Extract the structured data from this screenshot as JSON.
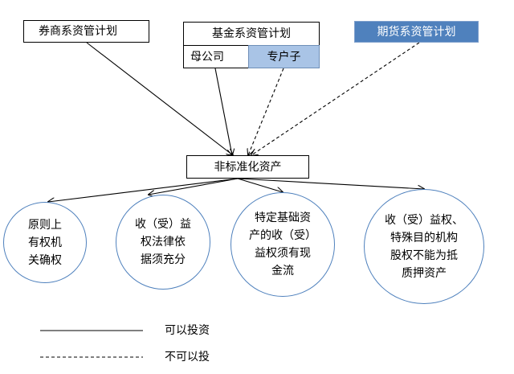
{
  "boxes": {
    "broker": "券商系资管计划",
    "fund": "基金系资管计划",
    "parent_company": "母公司",
    "subsidiary": "专户子",
    "futures": "期货系资管计划",
    "non_standard_asset": "非标准化资产"
  },
  "circles": {
    "c1": "原则上\n有权机\n关确权",
    "c2": "收（受）益\n权法律依\n据须充分",
    "c3": "特定基础资\n产的收（受）\n益权须有现\n金流",
    "c4": "收（受）益权、\n特殊目的机构\n股权不能为抵\n质押资产"
  },
  "legend": {
    "solid_label": "可以投资",
    "dashed_label": "不可以投"
  },
  "colors": {
    "futures_box": "#4f81bd",
    "subsidiary_box": "#a9c4e6",
    "circle_border": "#4f81bd"
  }
}
